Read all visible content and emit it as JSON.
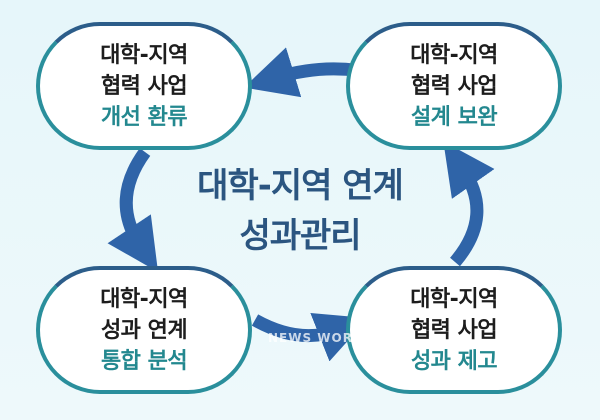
{
  "center_title": {
    "line1": "대학-지역 연계",
    "line2": "성과관리"
  },
  "boxes": [
    {
      "line1": "대학-지역",
      "line2": "협력 사업",
      "accent": "개선 환류"
    },
    {
      "line1": "대학-지역",
      "line2": "협력 사업",
      "accent": "설계 보완"
    },
    {
      "line1": "대학-지역",
      "line2": "성과 연계",
      "accent": "통합 분석"
    },
    {
      "line1": "대학-지역",
      "line2": "협력 사업",
      "accent": "성과 제고"
    }
  ],
  "colors": {
    "arrow": "#2f64a8",
    "accent_text": "#23888f",
    "title_text": "#2b5580"
  },
  "watermark": "NEWS WORKE"
}
